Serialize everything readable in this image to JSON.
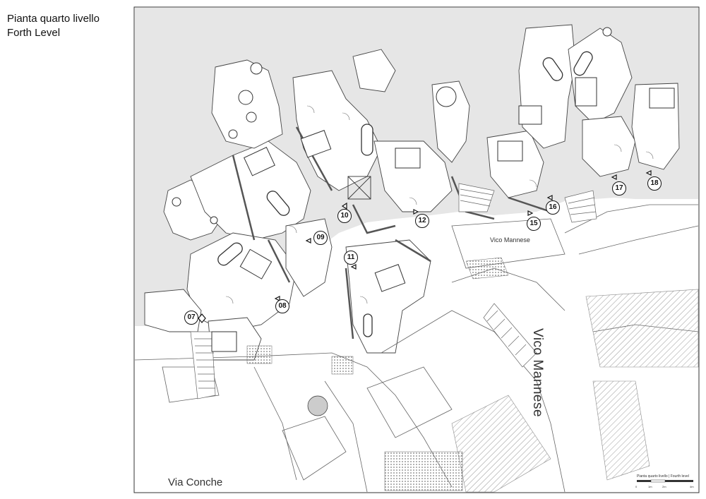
{
  "title": {
    "line1": "Pianta quarto livello",
    "line2": "Forth Level"
  },
  "streets": {
    "via_conche": "Via Conche",
    "vico_mannese_large": "Vico Mannese",
    "vico_mannese_small": "Vico Mannese"
  },
  "room_markers": [
    "07",
    "08",
    "09",
    "10",
    "11",
    "12",
    "15",
    "16",
    "17",
    "18"
  ],
  "scale_bar": {
    "title": "Pianta quarto livello | Fourth level",
    "ticks": [
      "0",
      "1m",
      "2m",
      "4m"
    ]
  },
  "colors": {
    "sea": "#e6e6e6",
    "line": "#444444",
    "hatch": "#999999"
  }
}
